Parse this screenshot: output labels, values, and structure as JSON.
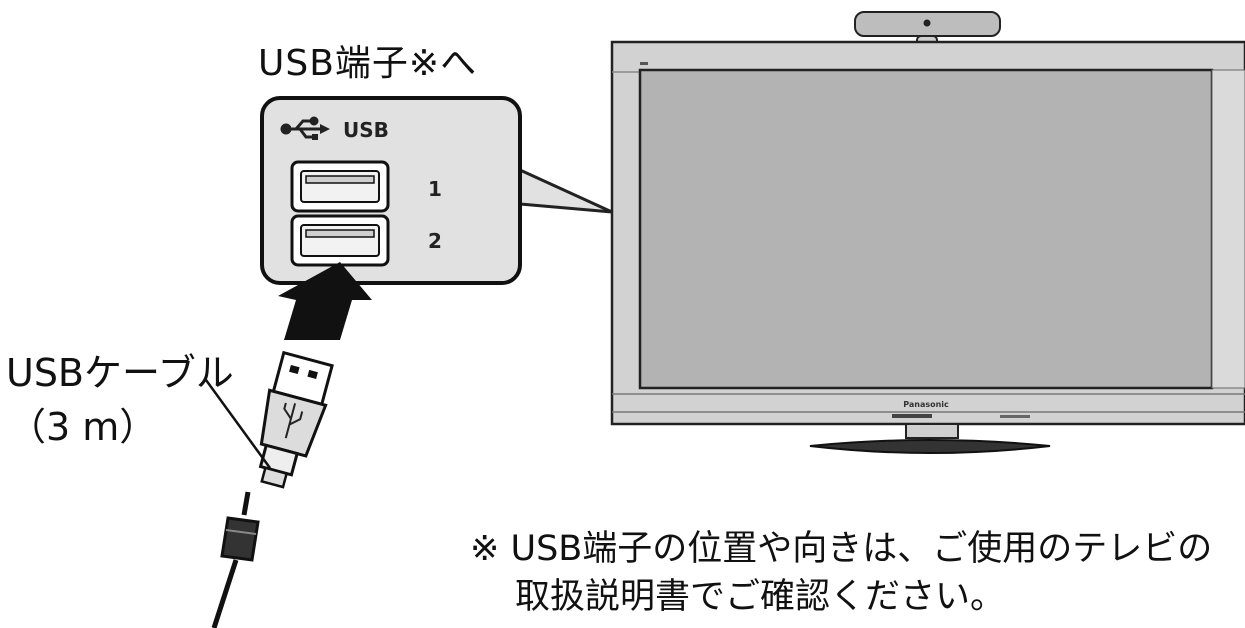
{
  "labels": {
    "port_heading": "USB端子※へ",
    "cable_name": "USBケーブル",
    "cable_length": "（3 m）"
  },
  "usb_panel": {
    "header_label": "USB",
    "port_numbers": [
      "1",
      "2"
    ]
  },
  "tv": {
    "brand": "Panasonic"
  },
  "note": {
    "line1": "※ USB端子の位置や向きは、ご使用のテレビの",
    "line2": "取扱説明書でご確認ください。"
  },
  "colors": {
    "panel_fill": "#e1e1e1",
    "screen_fill": "#b3b3b3",
    "bezel_fill": "#d2d2d2",
    "ink": "#111111"
  }
}
